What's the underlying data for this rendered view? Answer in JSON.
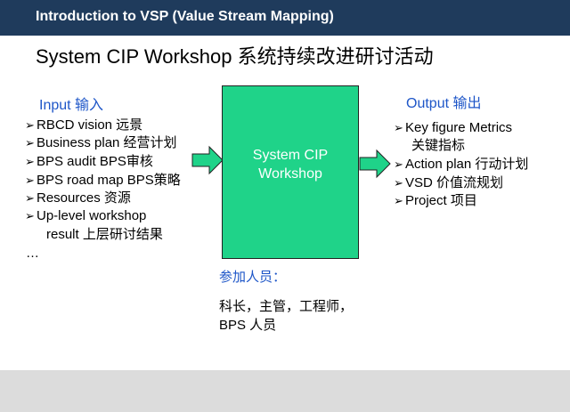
{
  "header": {
    "title": "Introduction to VSP (Value Stream Mapping)"
  },
  "slide": {
    "title": "System CIP Workshop 系统持续改进研讨活动"
  },
  "input": {
    "heading": "Input 输入",
    "bullet_glyph": "➢",
    "items": [
      "RBCD vision 远景",
      "Business plan 经营计划",
      "BPS audit BPS审核",
      "BPS road map BPS策略",
      "Resources 资源",
      "Up-level workshop",
      "result 上层研讨结果",
      "…"
    ]
  },
  "box": {
    "line1": "System CIP",
    "line2": "Workshop"
  },
  "output": {
    "heading": "Output 输出",
    "bullet_glyph": "➢",
    "items": [
      "Key figure Metrics",
      "关键指标",
      "Action plan 行动计划",
      "VSD 价值流规划",
      "Project 项目"
    ]
  },
  "participants": {
    "heading": "参加人员：",
    "line1": "科长，主管，工程师，",
    "line2": "BPS 人员"
  },
  "colors": {
    "header_bg": "#1f3b5c",
    "accent_blue": "#1e56c8",
    "box_fill": "#1fd389",
    "footer_bg": "#dcdcdc"
  }
}
